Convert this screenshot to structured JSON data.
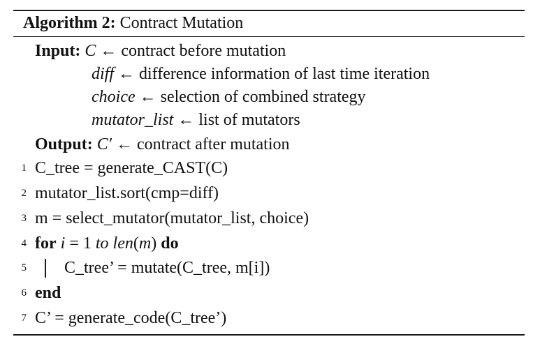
{
  "algorithm": {
    "label": "Algorithm 2:",
    "title": "Contract Mutation"
  },
  "inputs": {
    "keyword": "Input:",
    "items": [
      {
        "var": "C",
        "arrow": "←",
        "desc": "contract before mutation"
      },
      {
        "var": "diff",
        "arrow": "←",
        "desc": "difference information of last time iteration"
      },
      {
        "var": "choice",
        "arrow": "←",
        "desc": "selection of combined strategy"
      },
      {
        "var": "mutator_list",
        "arrow": "←",
        "desc": "list of mutators"
      }
    ]
  },
  "output": {
    "keyword": "Output:",
    "var": "C′",
    "arrow": "←",
    "desc": "contract after mutation"
  },
  "lines": [
    {
      "no": "1",
      "code": "C_tree = generate_CAST(C)"
    },
    {
      "no": "2",
      "code": "mutator_list.sort(cmp=diff)"
    },
    {
      "no": "3",
      "code": "m = select_mutator(mutator_list, choice)"
    },
    {
      "no": "4",
      "kw_for": "for",
      "var_i": "i",
      "eq": "= 1",
      "to": "to",
      "len": "len",
      "paren_open": "(",
      "len_arg": "m",
      "paren_close": ")",
      "kw_do": "do"
    },
    {
      "no": "5",
      "code": "C_tree’ = mutate(C_tree, m[i])"
    },
    {
      "no": "6",
      "kw_end": "end"
    },
    {
      "no": "7",
      "code": "C’ = generate_code(C_tree’)"
    }
  ]
}
